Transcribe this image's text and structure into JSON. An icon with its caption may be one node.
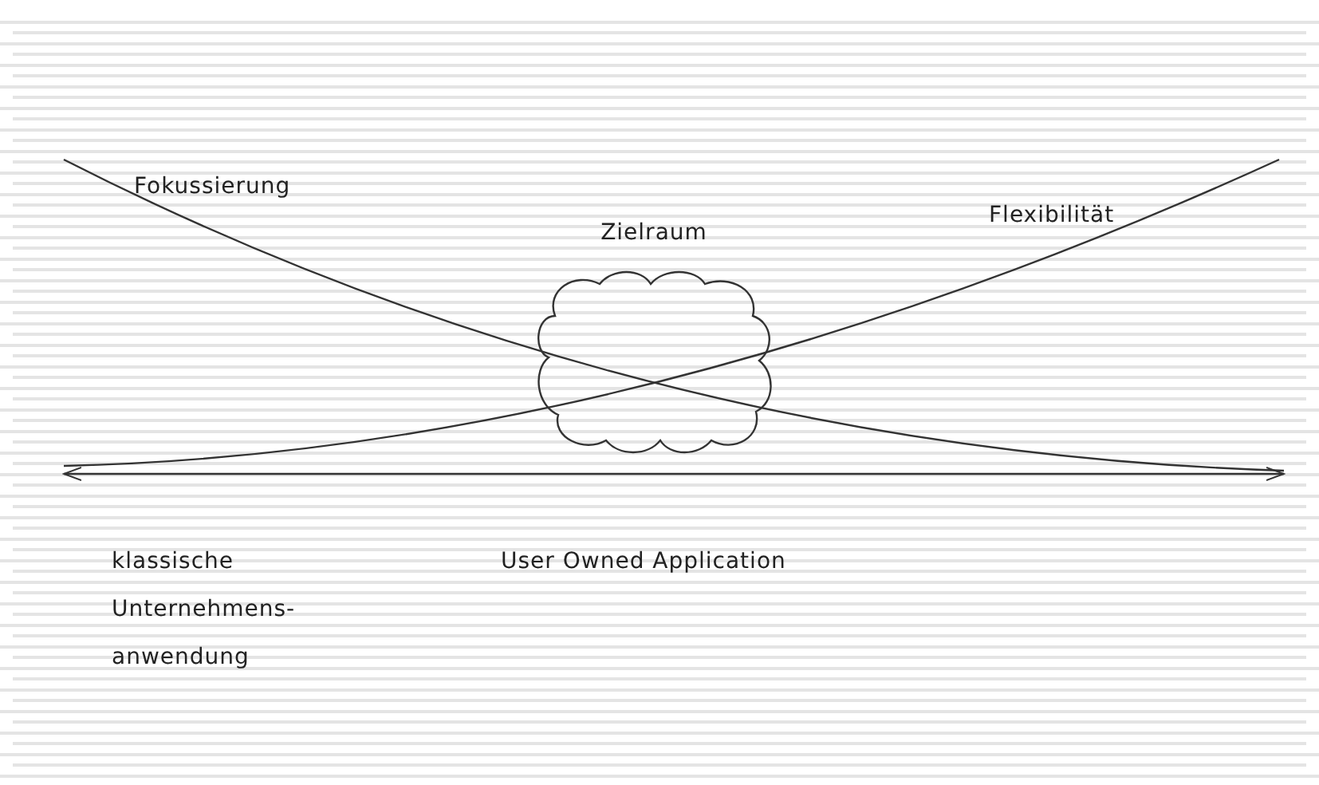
{
  "diagram": {
    "nodes": [
      {
        "text": [
          "Zielraum"
        ]
      }
    ],
    "labels": [
      "Fokussierung",
      "Flexibilität",
      "klassische Unternehmens- anwendung",
      "User Owned Application"
    ]
  }
}
